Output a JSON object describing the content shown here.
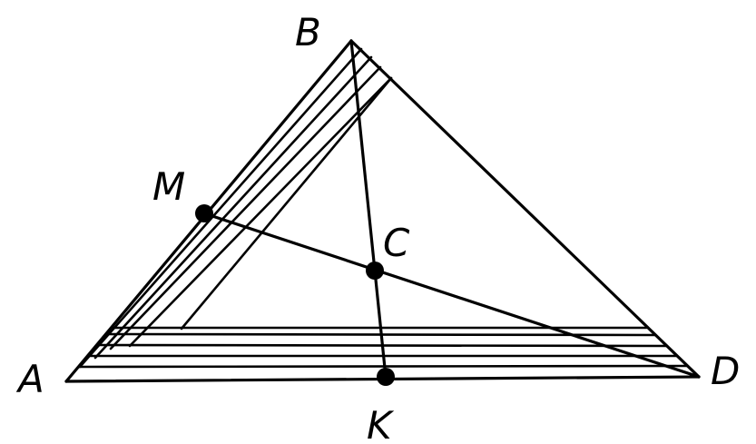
{
  "figure": {
    "stroke_color": "#000000",
    "background": "#ffffff",
    "points": {
      "A": {
        "label": "A"
      },
      "B": {
        "label": "B"
      },
      "C": {
        "label": "C"
      },
      "D": {
        "label": "D"
      },
      "M": {
        "label": "M"
      },
      "K": {
        "label": "K"
      }
    },
    "segments": [
      "AB",
      "BD",
      "AD",
      "BK",
      "MD"
    ],
    "marked_points": [
      "M",
      "C",
      "K"
    ],
    "hatched_strips": [
      {
        "along": "AB",
        "line_count": 5
      },
      {
        "along": "AD",
        "line_count": 5
      }
    ]
  }
}
